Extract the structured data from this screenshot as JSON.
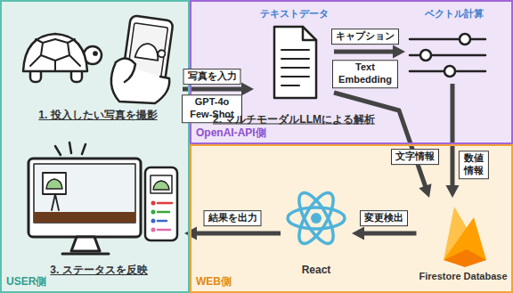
{
  "diagram": {
    "nodes": [
      {
        "text": [
          "USER側"
        ]
      },
      {
        "text": [
          "OpenAI-API側"
        ]
      },
      {
        "text": [
          "WEB側"
        ]
      },
      {
        "text": [
          "1. 投入したい写真を撮影"
        ],
        "in": 0
      },
      {
        "text": [
          "テキストデータ"
        ],
        "in": 1
      },
      {
        "text": [
          "ベクトル計算"
        ],
        "in": 1
      },
      {
        "text": [
          "React"
        ],
        "in": 2
      },
      {
        "text": [
          "Firestore Database"
        ],
        "in": 2
      },
      {
        "text": [
          "3. ステータスを反映"
        ],
        "in": 0
      }
    ],
    "edges": [
      {
        "from": 3,
        "to": 4,
        "label": "写真を入力",
        "arrow": "to"
      },
      {
        "from": 4,
        "to": 5,
        "label": "キャプション",
        "arrow": "to"
      },
      {
        "from": 4,
        "to": 7,
        "label": "文字情報",
        "arrow": "to"
      },
      {
        "from": 5,
        "to": 7,
        "label": "数値 情報",
        "arrow": "to"
      },
      {
        "from": 7,
        "to": 6,
        "label": "変更検出",
        "arrow": "to"
      },
      {
        "from": 6,
        "to": 8,
        "label": "結果を出力",
        "arrow": "to"
      }
    ],
    "labels": [
      "GPT-4o Few-Shot",
      "Text Embedding",
      "2. マルチモーダルLLMによる解析"
    ]
  }
}
